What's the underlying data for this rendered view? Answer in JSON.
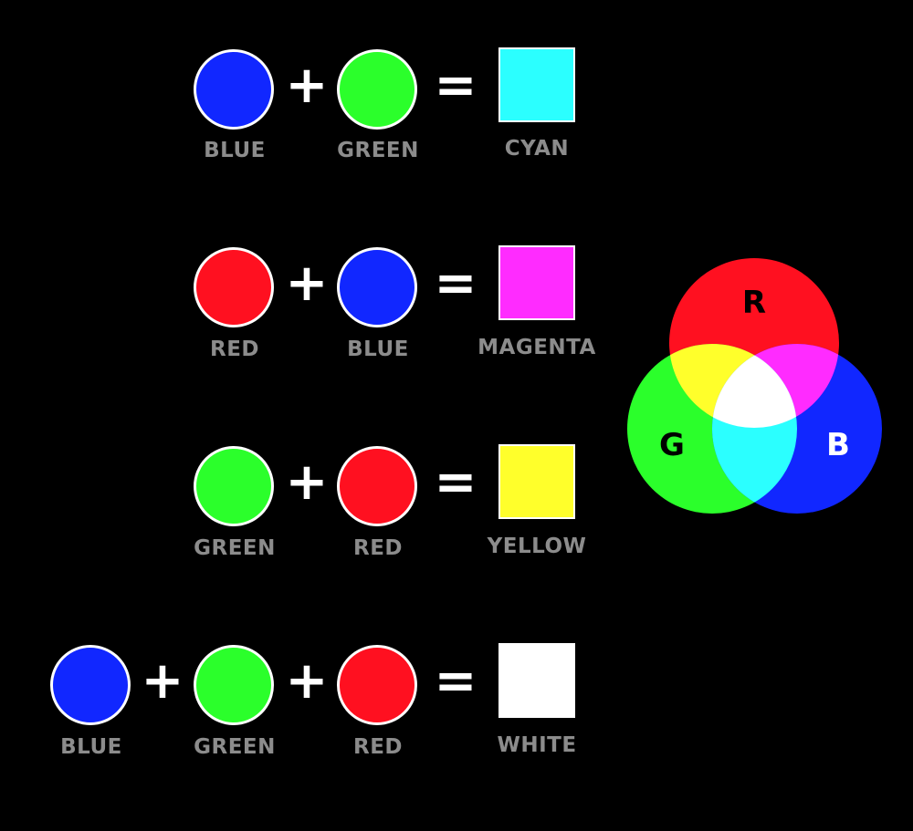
{
  "colors": {
    "red": "#ff1020",
    "green": "#2bff2b",
    "blue": "#1127ff",
    "cyan": "#2bffff",
    "magenta": "#ff2bff",
    "yellow": "#ffff2b",
    "white": "#ffffff",
    "label_gray": "#8c8c8c"
  },
  "equations": [
    {
      "inputs": [
        {
          "name": "BLUE",
          "color": "#1127ff"
        },
        {
          "name": "GREEN",
          "color": "#2bff2b"
        }
      ],
      "result": {
        "name": "CYAN",
        "color": "#2bffff"
      }
    },
    {
      "inputs": [
        {
          "name": "RED",
          "color": "#ff1020"
        },
        {
          "name": "BLUE",
          "color": "#1127ff"
        }
      ],
      "result": {
        "name": "MAGENTA",
        "color": "#ff2bff"
      }
    },
    {
      "inputs": [
        {
          "name": "GREEN",
          "color": "#2bff2b"
        },
        {
          "name": "RED",
          "color": "#ff1020"
        }
      ],
      "result": {
        "name": "YELLOW",
        "color": "#ffff2b"
      }
    },
    {
      "inputs": [
        {
          "name": "BLUE",
          "color": "#1127ff"
        },
        {
          "name": "GREEN",
          "color": "#2bff2b"
        },
        {
          "name": "RED",
          "color": "#ff1020"
        }
      ],
      "result": {
        "name": "WHITE",
        "color": "#ffffff"
      }
    }
  ],
  "operators": {
    "plus": "+",
    "equals": "="
  },
  "venn": {
    "r_label": "R",
    "g_label": "G",
    "b_label": "B"
  }
}
